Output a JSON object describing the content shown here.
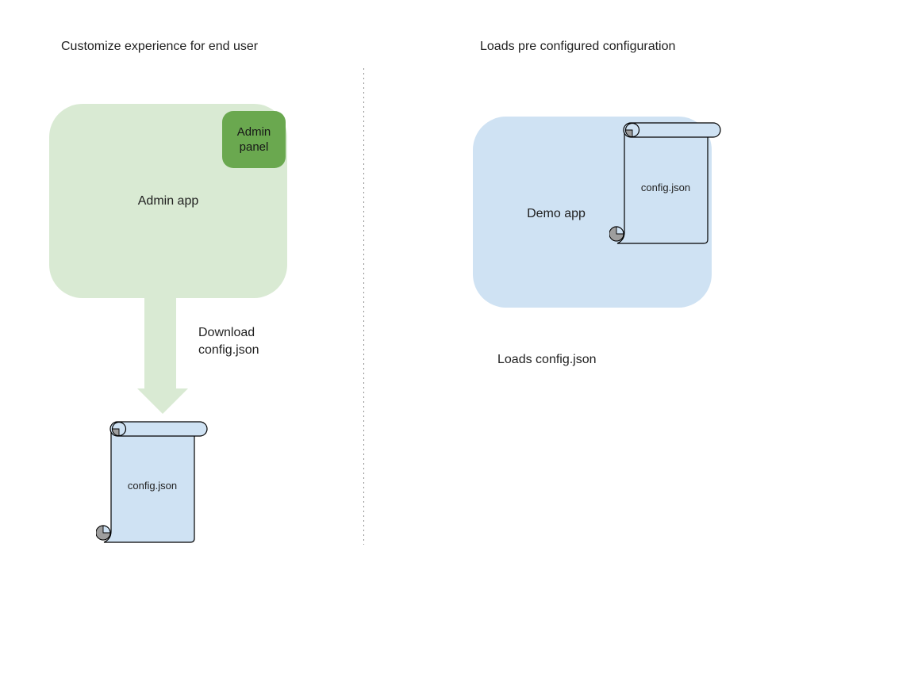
{
  "diagram": {
    "left": {
      "heading": "Customize experience for end user",
      "admin_app_label": "Admin app",
      "admin_panel_label": "Admin panel",
      "arrow_label_line1": "Download",
      "arrow_label_line2": "config.json",
      "config_file_label": "config.json"
    },
    "right": {
      "heading": "Loads pre configured configuration",
      "demo_app_label": "Demo app",
      "config_file_label": "config.json",
      "caption": "Loads config.json"
    },
    "colors": {
      "admin_app_fill": "#d9ead3",
      "admin_panel_fill": "#6aa84f",
      "arrow_fill": "#d9ead3",
      "app_blue_fill": "#cfe2f3",
      "scroll_fill": "#cfe2f3",
      "scroll_curl_gray": "#9e9e9e",
      "divider_gray": "#8f8f8f",
      "outline": "#000000"
    }
  }
}
